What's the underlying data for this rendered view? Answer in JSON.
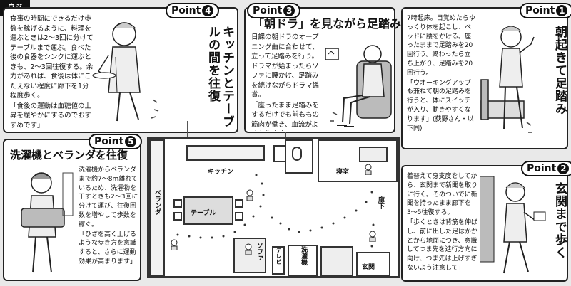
{
  "corner_badge": "ウジ",
  "point_label": "Point",
  "points": {
    "p1": {
      "num": "1",
      "title": "朝起きて足踏み",
      "text": "7時起床。目覚めたらゆっくり体を起こし、ベッドに腰をかける。座ったままで足踏みを20回行う。終わったら立ち上がり、足踏みを20回行う。",
      "quote": "「ウオーキングアップも兼ねて朝の足踏みを行うと、体にスイッチが入り、動きやすくなります」(荻野さん・以下同)"
    },
    "p2": {
      "num": "2",
      "title": "玄関まで歩く",
      "text": "着替えて身支度をしてから、玄関まで新聞を取りに行く。そのついでに新聞を持ったまま廊下を3〜5往復する。",
      "quote": "「歩くときは背筋を伸ばし、前に出した足はかかとから地面につき、意識してつま先を進行方向に向け、つま先は上げすぎないよう注意して」"
    },
    "p3": {
      "num": "3",
      "title": "「朝ドラ」を見ながら足踏み",
      "text": "日課の朝ドラのオープニング曲に合わせて、立って足踏みを行う。ドラマが始まったらソファに腰かけ、足踏みを続けながらドラマ鑑賞。",
      "quote": "「座ったまま足踏みをするだけでも前ももの筋肉が働き、血流がよくなります」"
    },
    "p4": {
      "num": "4",
      "title": "キッチンとテーブルの間を往復",
      "text": "食事の時間にできるだけ歩数を稼げるように、料理を運ぶときは2〜3回に分けてテーブルまで運ぶ。食べた後の食器をシンクに運ぶときも、2〜3回往復する。余力があれば、食後は体にこたえない程度に廊下を1分程度歩く。",
      "quote": "「食後の運動は血糖値の上昇を緩やかにするのでおすすめです」"
    },
    "p5": {
      "num": "5",
      "title": "洗濯機とベランダを往復",
      "text": "洗濯機からベランダまで約7〜8m離れているため、洗濯物を干すときも2〜3回に分けて運び、往復回数を増やして歩数を稼ぐ。",
      "quote": "「ひざを高く上げるような歩き方を意識すると、さらに運動効果が高まります」"
    }
  },
  "floorplan": {
    "kitchen": "キッチン",
    "table": "テーブル",
    "veranda": "ベランダ",
    "sofa": "ソファ",
    "tv": "テレビ",
    "washer": "洗濯機",
    "bedroom": "寝室",
    "hallway": "廊下",
    "entrance": "玄関"
  },
  "colors": {
    "ink": "#111111",
    "panel_bg": "#ffffff",
    "page_bg": "#e9e9e9",
    "badge_bg": "#111111"
  }
}
